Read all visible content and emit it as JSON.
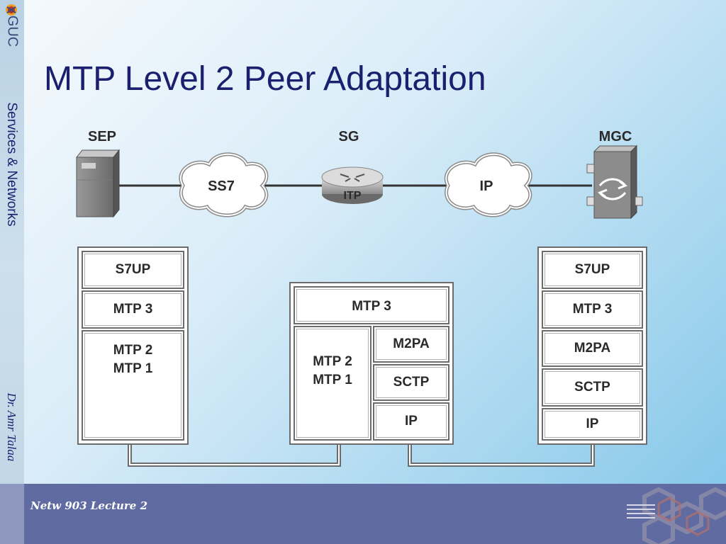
{
  "slide": {
    "title": "MTP Level 2 Peer Adaptation",
    "logo_text": "GUC",
    "sidebar_course": "Services & Networks",
    "sidebar_author": "Dr. Amr Talaa",
    "footer_text": "Netw 903 Lecture 2"
  },
  "network": {
    "nodes": {
      "sep": "SEP",
      "sg": "SG",
      "mgc": "MGC"
    },
    "router_label": "ITP",
    "links": {
      "ss7": "SS7",
      "ip": "IP"
    }
  },
  "stacks": {
    "sep": [
      "S7UP",
      "MTP 3",
      "MTP 2\nMTP 1"
    ],
    "sg": {
      "top": "MTP 3",
      "left": "MTP 2\nMTP 1",
      "right": [
        "M2PA",
        "SCTP",
        "IP"
      ]
    },
    "mgc": [
      "S7UP",
      "MTP 3",
      "M2PA",
      "SCTP",
      "IP"
    ]
  },
  "colors": {
    "title": "#1a1f6e",
    "footer": "#5f6ba1",
    "sidebar": "#c2d7e6"
  }
}
